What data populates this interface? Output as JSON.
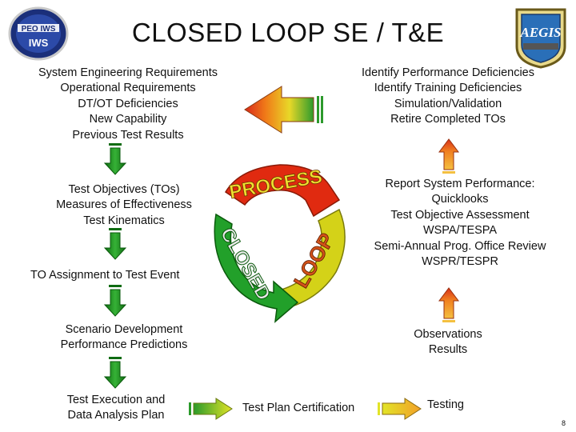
{
  "title": "CLOSED LOOP SE / T&E",
  "logos": {
    "left": {
      "text": "PEO IWS",
      "description": "PEO IWS logo"
    },
    "right": {
      "text": "AEGIS",
      "description": "AEGIS ship badge"
    }
  },
  "inputs_block": [
    "System Engineering  Requirements",
    "Operational Requirements",
    "DT/OT Deficiencies",
    "New Capability",
    "Previous Test Results"
  ],
  "identify_block": [
    "Identify Performance Deficiencies",
    "Identify Training Deficiencies",
    "Simulation/Validation",
    "Retire Completed TOs"
  ],
  "objectives_block": [
    "Test Objectives (TOs)",
    "Measures of Effectiveness",
    "Test Kinematics"
  ],
  "report_block": [
    "Report System Performance:",
    "Quicklooks",
    "Test Objective Assessment",
    "WSPA/TESPA",
    "Semi-Annual Prog. Office Review",
    "WSPR/TESPR"
  ],
  "to_assignment": "TO Assignment to Test Event",
  "scenario_block": [
    "Scenario Development",
    "Performance Predictions"
  ],
  "observations_block": [
    "Observations",
    "Results"
  ],
  "execution_block": [
    "Test  Execution and",
    "Data Analysis Plan"
  ],
  "certification": "Test Plan Certification",
  "testing": "Testing",
  "cycle_words": {
    "process": "PROCESS",
    "loop": "LOOP",
    "closed": "CLOSED"
  },
  "colors": {
    "green_arrow": "#1f8a1f",
    "red_arrow": "#d8341c",
    "orange_arrow": "#f08a1a",
    "yellow_arrow": "#e8e020",
    "cycle_red": "#e02a10",
    "cycle_yellow": "#d4d218",
    "cycle_green": "#22a02a"
  },
  "page_number": "8"
}
